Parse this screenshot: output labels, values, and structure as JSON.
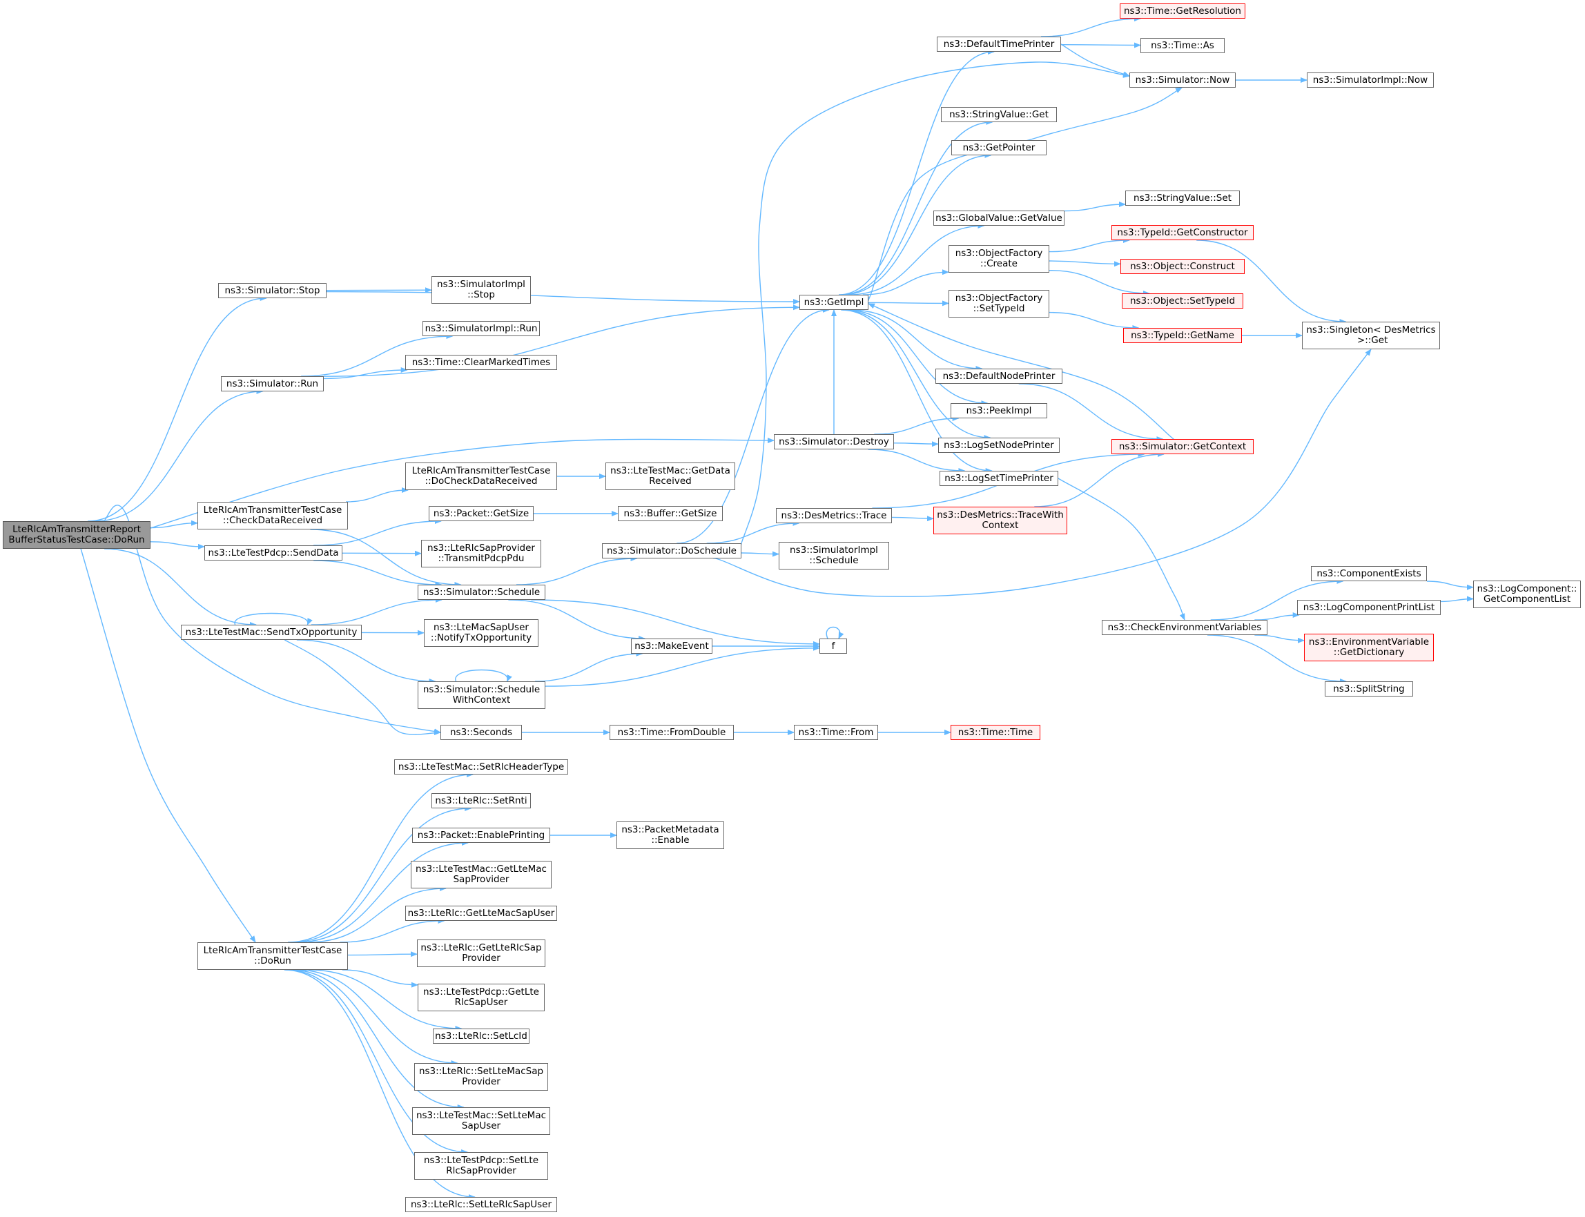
{
  "colors": {
    "edge": "#63b8ff",
    "node_border": "#666666",
    "truncated_border": "#ff0000",
    "truncated_fill": "#fff0f0",
    "root_fill": "#999999"
  },
  "nodes": [
    {
      "id": "root",
      "label": "LteRlcAmTransmitterReport\nBufferStatusTestCase::DoRun",
      "style": "root"
    },
    {
      "id": "sim_stop",
      "label": "ns3::Simulator::Stop"
    },
    {
      "id": "sim_run",
      "label": "ns3::Simulator::Run"
    },
    {
      "id": "check_rx",
      "label": "LteRlcAmTransmitterTestCase\n::CheckDataReceived"
    },
    {
      "id": "pdcp_send",
      "label": "ns3::LteTestPdcp::SendData"
    },
    {
      "id": "send_txop",
      "label": "ns3::LteTestMac::SendTxOpportunity"
    },
    {
      "id": "dorun2",
      "label": "LteRlcAmTransmitterTestCase\n::DoRun"
    },
    {
      "id": "impl_stop",
      "label": "ns3::SimulatorImpl\n::Stop"
    },
    {
      "id": "impl_run",
      "label": "ns3::SimulatorImpl::Run"
    },
    {
      "id": "clear_marked",
      "label": "ns3::Time::ClearMarkedTimes"
    },
    {
      "id": "do_check_rx",
      "label": "LteRlcAmTransmitterTestCase\n::DoCheckDataReceived"
    },
    {
      "id": "pkt_getsize",
      "label": "ns3::Packet::GetSize"
    },
    {
      "id": "transmit_pdcp",
      "label": "ns3::LteRlcSapProvider\n::TransmitPdcpPdu"
    },
    {
      "id": "sim_schedule",
      "label": "ns3::Simulator::Schedule"
    },
    {
      "id": "notify_txop",
      "label": "ns3::LteMacSapUser\n::NotifyTxOpportunity"
    },
    {
      "id": "sched_ctx",
      "label": "ns3::Simulator::Schedule\nWithContext"
    },
    {
      "id": "seconds",
      "label": "ns3::Seconds"
    },
    {
      "id": "set_hdr",
      "label": "ns3::LteTestMac::SetRlcHeaderType"
    },
    {
      "id": "set_rnti",
      "label": "ns3::LteRlc::SetRnti"
    },
    {
      "id": "enable_print",
      "label": "ns3::Packet::EnablePrinting"
    },
    {
      "id": "get_mac_sap_prov",
      "label": "ns3::LteTestMac::GetLteMac\nSapProvider"
    },
    {
      "id": "get_mac_sap_user",
      "label": "ns3::LteRlc::GetLteMacSapUser"
    },
    {
      "id": "get_rlc_sap_prov",
      "label": "ns3::LteRlc::GetLteRlcSap\nProvider"
    },
    {
      "id": "get_rlc_sap_user",
      "label": "ns3::LteTestPdcp::GetLte\nRlcSapUser"
    },
    {
      "id": "set_lcid",
      "label": "ns3::LteRlc::SetLcId"
    },
    {
      "id": "set_mac_sap_prov",
      "label": "ns3::LteRlc::SetLteMacSap\nProvider"
    },
    {
      "id": "set_mac_sap_user",
      "label": "ns3::LteTestMac::SetLteMac\nSapUser"
    },
    {
      "id": "set_rlc_sap_prov",
      "label": "ns3::LteTestPdcp::SetLte\nRlcSapProvider"
    },
    {
      "id": "set_rlc_sap_user",
      "label": "ns3::LteRlc::SetLteRlcSapUser"
    },
    {
      "id": "mac_getdata",
      "label": "ns3::LteTestMac::GetData\nReceived"
    },
    {
      "id": "buf_getsize",
      "label": "ns3::Buffer::GetSize"
    },
    {
      "id": "pm_enable",
      "label": "ns3::PacketMetadata\n::Enable"
    },
    {
      "id": "do_schedule",
      "label": "ns3::Simulator::DoSchedule"
    },
    {
      "id": "make_event",
      "label": "ns3::MakeEvent"
    },
    {
      "id": "f",
      "label": "f"
    },
    {
      "id": "from_double",
      "label": "ns3::Time::FromDouble"
    },
    {
      "id": "time_from",
      "label": "ns3::Time::From"
    },
    {
      "id": "time_time",
      "label": "ns3::Time::Time",
      "style": "trunc"
    },
    {
      "id": "get_impl",
      "label": "ns3::GetImpl"
    },
    {
      "id": "sim_destroy",
      "label": "ns3::Simulator::Destroy"
    },
    {
      "id": "des_trace",
      "label": "ns3::DesMetrics::Trace"
    },
    {
      "id": "impl_schedule",
      "label": "ns3::SimulatorImpl\n::Schedule"
    },
    {
      "id": "def_time_printer",
      "label": "ns3::DefaultTimePrinter"
    },
    {
      "id": "strval_get",
      "label": "ns3::StringValue::Get"
    },
    {
      "id": "get_pointer",
      "label": "ns3::GetPointer"
    },
    {
      "id": "gv_getvalue",
      "label": "ns3::GlobalValue::GetValue"
    },
    {
      "id": "of_create",
      "label": "ns3::ObjectFactory\n::Create"
    },
    {
      "id": "of_settypeid",
      "label": "ns3::ObjectFactory\n::SetTypeId"
    },
    {
      "id": "def_node_printer",
      "label": "ns3::DefaultNodePrinter"
    },
    {
      "id": "peek_impl",
      "label": "ns3::PeekImpl"
    },
    {
      "id": "log_set_node",
      "label": "ns3::LogSetNodePrinter"
    },
    {
      "id": "log_set_time",
      "label": "ns3::LogSetTimePrinter"
    },
    {
      "id": "trace_ctx",
      "label": "ns3::DesMetrics::TraceWith\nContext",
      "style": "trunc"
    },
    {
      "id": "time_getres",
      "label": "ns3::Time::GetResolution",
      "style": "trunc"
    },
    {
      "id": "time_as",
      "label": "ns3::Time::As"
    },
    {
      "id": "sim_now",
      "label": "ns3::Simulator::Now"
    },
    {
      "id": "impl_now",
      "label": "ns3::SimulatorImpl::Now"
    },
    {
      "id": "strval_set",
      "label": "ns3::StringValue::Set"
    },
    {
      "id": "typeid_getctor",
      "label": "ns3::TypeId::GetConstructor",
      "style": "trunc"
    },
    {
      "id": "obj_construct",
      "label": "ns3::Object::Construct",
      "style": "trunc"
    },
    {
      "id": "obj_settypeid",
      "label": "ns3::Object::SetTypeId",
      "style": "trunc"
    },
    {
      "id": "typeid_getname",
      "label": "ns3::TypeId::GetName",
      "style": "trunc"
    },
    {
      "id": "singleton_get",
      "label": "ns3::Singleton< DesMetrics\n >::Get"
    },
    {
      "id": "sim_getctx",
      "label": "ns3::Simulator::GetContext",
      "style": "trunc"
    },
    {
      "id": "check_env",
      "label": "ns3::CheckEnvironmentVariables"
    },
    {
      "id": "comp_exists",
      "label": "ns3::ComponentExists"
    },
    {
      "id": "logcomp_printlist",
      "label": "ns3::LogComponentPrintList"
    },
    {
      "id": "env_getdict",
      "label": "ns3::EnvironmentVariable\n::GetDictionary",
      "style": "trunc"
    },
    {
      "id": "split_string",
      "label": "ns3::SplitString"
    },
    {
      "id": "logcomp_getlist",
      "label": "ns3::LogComponent::\nGetComponentList"
    }
  ],
  "edges": [
    [
      "root",
      "sim_stop"
    ],
    [
      "root",
      "sim_run"
    ],
    [
      "root",
      "sim_destroy"
    ],
    [
      "root",
      "check_rx"
    ],
    [
      "root",
      "pdcp_send"
    ],
    [
      "root",
      "send_txop"
    ],
    [
      "root",
      "seconds"
    ],
    [
      "root",
      "dorun2"
    ],
    [
      "sim_stop",
      "get_impl"
    ],
    [
      "sim_stop",
      "impl_stop"
    ],
    [
      "sim_run",
      "impl_run"
    ],
    [
      "sim_run",
      "clear_marked"
    ],
    [
      "sim_run",
      "get_impl"
    ],
    [
      "check_rx",
      "do_check_rx"
    ],
    [
      "check_rx",
      "sim_schedule"
    ],
    [
      "do_check_rx",
      "mac_getdata"
    ],
    [
      "pdcp_send",
      "pkt_getsize"
    ],
    [
      "pdcp_send",
      "transmit_pdcp"
    ],
    [
      "pdcp_send",
      "sim_schedule"
    ],
    [
      "pkt_getsize",
      "buf_getsize"
    ],
    [
      "send_txop",
      "send_txop"
    ],
    [
      "send_txop",
      "sim_schedule"
    ],
    [
      "send_txop",
      "notify_txop"
    ],
    [
      "send_txop",
      "sched_ctx"
    ],
    [
      "send_txop",
      "seconds"
    ],
    [
      "sim_schedule",
      "do_schedule"
    ],
    [
      "sim_schedule",
      "make_event"
    ],
    [
      "sim_schedule",
      "f"
    ],
    [
      "sched_ctx",
      "sched_ctx"
    ],
    [
      "sched_ctx",
      "make_event"
    ],
    [
      "sched_ctx",
      "f"
    ],
    [
      "make_event",
      "f"
    ],
    [
      "f",
      "f"
    ],
    [
      "seconds",
      "from_double"
    ],
    [
      "from_double",
      "time_from"
    ],
    [
      "time_from",
      "time_time"
    ],
    [
      "do_schedule",
      "sim_now"
    ],
    [
      "do_schedule",
      "get_impl"
    ],
    [
      "do_schedule",
      "des_trace"
    ],
    [
      "do_schedule",
      "impl_schedule"
    ],
    [
      "do_schedule",
      "singleton_get"
    ],
    [
      "des_trace",
      "trace_ctx"
    ],
    [
      "des_trace",
      "sim_getctx"
    ],
    [
      "trace_ctx",
      "sim_getctx"
    ],
    [
      "sim_destroy",
      "get_impl"
    ],
    [
      "sim_destroy",
      "peek_impl"
    ],
    [
      "sim_destroy",
      "log_set_node"
    ],
    [
      "sim_destroy",
      "log_set_time"
    ],
    [
      "get_impl",
      "def_time_printer"
    ],
    [
      "get_impl",
      "strval_get"
    ],
    [
      "get_impl",
      "get_pointer"
    ],
    [
      "get_impl",
      "gv_getvalue"
    ],
    [
      "get_impl",
      "of_create"
    ],
    [
      "get_impl",
      "of_settypeid"
    ],
    [
      "get_impl",
      "def_node_printer"
    ],
    [
      "get_impl",
      "peek_impl"
    ],
    [
      "get_impl",
      "log_set_node"
    ],
    [
      "get_impl",
      "log_set_time"
    ],
    [
      "get_impl",
      "sim_now"
    ],
    [
      "def_time_printer",
      "time_getres"
    ],
    [
      "def_time_printer",
      "time_as"
    ],
    [
      "def_time_printer",
      "sim_now"
    ],
    [
      "sim_now",
      "impl_now"
    ],
    [
      "gv_getvalue",
      "strval_set"
    ],
    [
      "of_create",
      "typeid_getctor"
    ],
    [
      "of_create",
      "obj_construct"
    ],
    [
      "of_create",
      "obj_settypeid"
    ],
    [
      "of_settypeid",
      "typeid_getname"
    ],
    [
      "typeid_getctor",
      "singleton_get"
    ],
    [
      "typeid_getname",
      "singleton_get"
    ],
    [
      "def_node_printer",
      "sim_getctx"
    ],
    [
      "sim_getctx",
      "get_impl"
    ],
    [
      "log_set_time",
      "check_env"
    ],
    [
      "check_env",
      "comp_exists"
    ],
    [
      "check_env",
      "logcomp_printlist"
    ],
    [
      "check_env",
      "env_getdict"
    ],
    [
      "check_env",
      "split_string"
    ],
    [
      "comp_exists",
      "logcomp_getlist"
    ],
    [
      "logcomp_printlist",
      "logcomp_getlist"
    ],
    [
      "enable_print",
      "pm_enable"
    ],
    [
      "dorun2",
      "set_hdr"
    ],
    [
      "dorun2",
      "set_rnti"
    ],
    [
      "dorun2",
      "enable_print"
    ],
    [
      "dorun2",
      "get_mac_sap_prov"
    ],
    [
      "dorun2",
      "get_mac_sap_user"
    ],
    [
      "dorun2",
      "get_rlc_sap_prov"
    ],
    [
      "dorun2",
      "get_rlc_sap_user"
    ],
    [
      "dorun2",
      "set_lcid"
    ],
    [
      "dorun2",
      "set_mac_sap_prov"
    ],
    [
      "dorun2",
      "set_mac_sap_user"
    ],
    [
      "dorun2",
      "set_rlc_sap_prov"
    ],
    [
      "dorun2",
      "set_rlc_sap_user"
    ]
  ]
}
